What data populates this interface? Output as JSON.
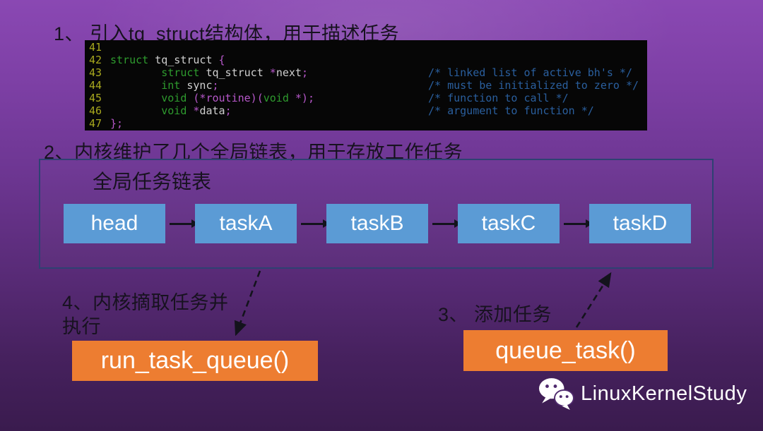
{
  "steps": {
    "step1": "1、 引入tq_struct结构体，用于描述任务",
    "step2": "2、内核维护了几个全局链表，用于存放工作任务",
    "step3": "3、 添加任务",
    "step4_line1": "4、内核摘取任务并",
    "step4_line2": "执行"
  },
  "code": {
    "lines": [
      {
        "no": "41",
        "tokens": [],
        "comment": ""
      },
      {
        "no": "42",
        "tokens": [
          {
            "t": "struct ",
            "c": "kw"
          },
          {
            "t": "tq_struct ",
            "c": "id"
          },
          {
            "t": "{",
            "c": "pu"
          }
        ],
        "comment": ""
      },
      {
        "no": "43",
        "tokens": [
          {
            "t": "        ",
            "c": "id"
          },
          {
            "t": "struct ",
            "c": "kw"
          },
          {
            "t": "tq_struct ",
            "c": "id"
          },
          {
            "t": "*",
            "c": "pu"
          },
          {
            "t": "next",
            "c": "id"
          },
          {
            "t": ";",
            "c": "pu"
          }
        ],
        "comment": "/* linked list of active bh's */"
      },
      {
        "no": "44",
        "tokens": [
          {
            "t": "        ",
            "c": "id"
          },
          {
            "t": "int ",
            "c": "kw"
          },
          {
            "t": "sync",
            "c": "id"
          },
          {
            "t": ";",
            "c": "pu"
          }
        ],
        "comment": "/* must be initialized to zero */"
      },
      {
        "no": "45",
        "tokens": [
          {
            "t": "        ",
            "c": "id"
          },
          {
            "t": "void ",
            "c": "kw"
          },
          {
            "t": "(*routine)(",
            "c": "pu"
          },
          {
            "t": "void",
            "c": "kw"
          },
          {
            "t": " *)",
            "c": "pu"
          },
          {
            "t": ";",
            "c": "pu"
          }
        ],
        "comment": "/* function to call */"
      },
      {
        "no": "46",
        "tokens": [
          {
            "t": "        ",
            "c": "id"
          },
          {
            "t": "void ",
            "c": "kw"
          },
          {
            "t": "*",
            "c": "pu"
          },
          {
            "t": "data",
            "c": "id"
          },
          {
            "t": ";",
            "c": "pu"
          }
        ],
        "comment": "/* argument to function */"
      },
      {
        "no": "47",
        "tokens": [
          {
            "t": "};",
            "c": "pu"
          }
        ],
        "comment": ""
      }
    ]
  },
  "diagram": {
    "label": "全局任务链表",
    "nodes": [
      "head",
      "taskA",
      "taskB",
      "taskC",
      "taskD"
    ]
  },
  "actions": {
    "run": "run_task_queue()",
    "queue": "queue_task()"
  },
  "brand": {
    "name": "LinuxKernelStudy"
  },
  "colors": {
    "node_fill": "#5b9bd5",
    "action_fill": "#ed7d31",
    "box_border": "#2e4172",
    "code_bg": "#060606",
    "code_lineno": "#a8a81e",
    "code_keyword": "#2e9b2e",
    "code_identifier": "#cfcfcf",
    "code_punct": "#b657c9",
    "code_comment": "#2a5f9e",
    "bg_top": "#8a48b3",
    "bg_bottom": "#3a1b4e",
    "title_text": "#17121f"
  }
}
